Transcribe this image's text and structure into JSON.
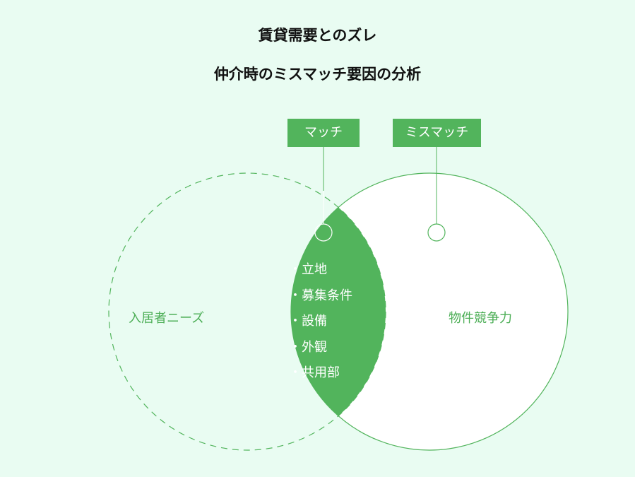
{
  "title": {
    "line1": "賃貸需要とのズレ",
    "line2": "仲介時のミスマッチ要因の分析"
  },
  "tags": {
    "match": "マッチ",
    "mismatch": "ミスマッチ"
  },
  "circles": {
    "left_label": "入居者ニーズ",
    "right_label": "物件競争力"
  },
  "factors": [
    "・立地",
    "・募集条件",
    "・設備",
    "・外観",
    "・共用部"
  ],
  "colors": {
    "background": "#e9fcf2",
    "accent": "#52b45c",
    "label_text": "#4cae56",
    "title_text": "#111111",
    "circle_fill": "#ffffff"
  }
}
